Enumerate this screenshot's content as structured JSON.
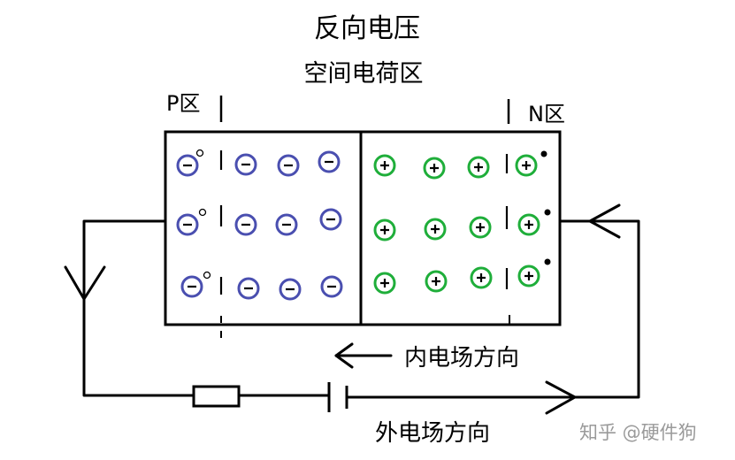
{
  "title": "反向电压",
  "subtitle": "空间电荷区",
  "p_region_label": "P区",
  "n_region_label": "N区",
  "internal_field_label": "内电场方向",
  "external_field_label": "外电场方向",
  "watermark": "知乎 @硬件狗",
  "negative_ion_symbol": "−",
  "positive_ion_symbol": "+",
  "colors": {
    "negative_ion": "#4a4fb0",
    "positive_ion": "#1fae3a",
    "line": "#000000",
    "watermark": "#9a9a9a"
  }
}
